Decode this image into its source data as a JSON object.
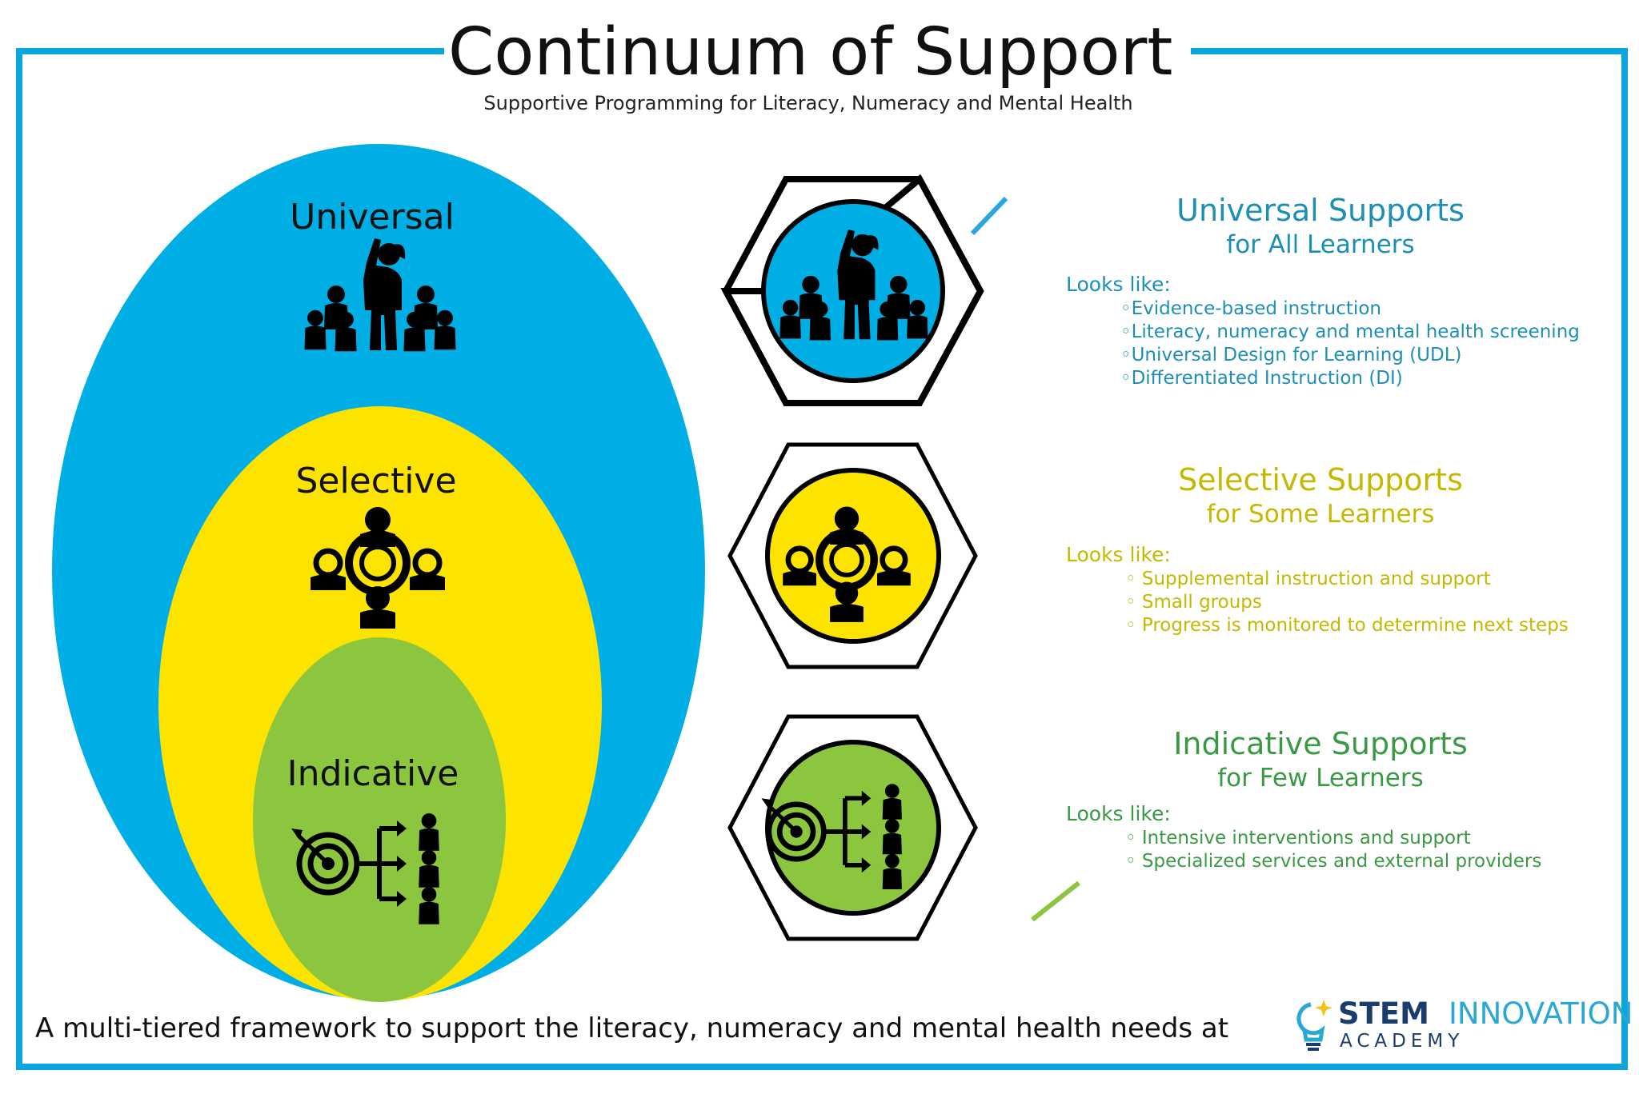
{
  "header": {
    "title": "Continuum of Support",
    "subtitle": "Supportive Programming for Literacy, Numeracy and Mental Health"
  },
  "colors": {
    "frame": "#0aa6dd",
    "universal": "#00aee6",
    "selective": "#fde400",
    "indicative": "#8cc63f"
  },
  "tiers": [
    {
      "label": "Universal",
      "icon": "teacher-with-students-icon",
      "heading": "Universal Supports",
      "subheading": "for All Learners",
      "looks_like": "Looks like:",
      "bullets": [
        "◦Evidence-based instruction",
        "◦Literacy, numeracy and mental health screening",
        "◦Universal Design for Learning (UDL)",
        "◦Differentiated Instruction (DI)"
      ]
    },
    {
      "label": "Selective",
      "icon": "small-group-icon",
      "heading": "Selective Supports",
      "subheading": "for Some Learners",
      "looks_like": "Looks like:",
      "bullets": [
        "◦ Supplemental instruction and support",
        "◦ Small groups",
        "◦ Progress is monitored to determine next steps"
      ]
    },
    {
      "label": "Indicative",
      "icon": "target-individuals-icon",
      "heading": "Indicative Supports",
      "subheading": "for Few Learners",
      "looks_like": "Looks like:",
      "bullets": [
        "◦ Intensive interventions and support",
        "◦ Specialized services and external providers"
      ]
    }
  ],
  "footer": {
    "text": "A multi-tiered framework to support the literacy, numeracy and mental health needs at"
  },
  "logo": {
    "word1": "STEM",
    "word2": "INNOVATION",
    "word3": "ACADEMY",
    "icon": "lightbulb-sparkle-icon"
  }
}
